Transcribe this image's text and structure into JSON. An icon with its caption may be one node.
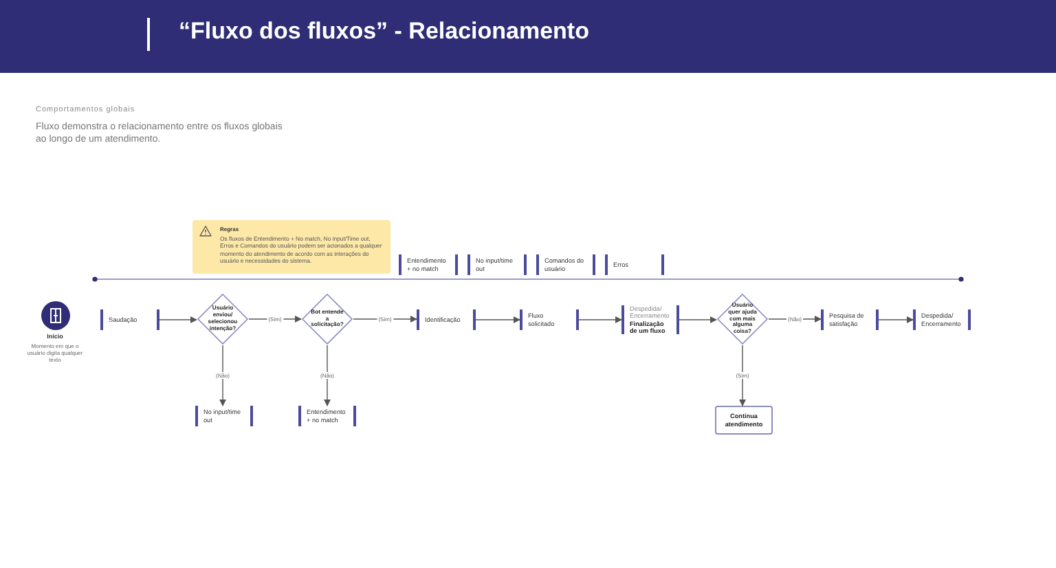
{
  "diagram": {
    "title": "“Fluxo dos fluxos” - Relacionamento",
    "nodes": [
      {
        "text": [
          "Regras",
          "Os fluxos de Entendimento + No match, No input/Time out, Erros e Comandos do usuário podem ser acionados a qualquer momento do atendimento de acordo com as interações do usuário e necessidades do sistema."
        ]
      },
      {
        "text": [
          "Entendimento + no match"
        ]
      },
      {
        "text": [
          "No input/time out"
        ]
      },
      {
        "text": [
          "Comandos do usuário"
        ]
      },
      {
        "text": [
          "Erros"
        ]
      },
      {
        "text": [
          "Início"
        ],
        "beside": [
          "Momento em que o usuário digita qualquer texto"
        ]
      },
      {
        "text": [
          "Saudação"
        ]
      },
      {
        "text": [
          "Usuário enviou/ selecionou intenção?"
        ]
      },
      {
        "text": [
          "Bot entende a solicitação?"
        ]
      },
      {
        "text": [
          "Identificação"
        ]
      },
      {
        "text": [
          "Fluxo solicitado"
        ]
      },
      {
        "text": [
          "Despedida/ Encerramento",
          "Finalização de um fluxo"
        ]
      },
      {
        "text": [
          "Usuário quer ajuda com mais alguma coisa?"
        ]
      },
      {
        "text": [
          "Pesquisa de satisfação"
        ]
      },
      {
        "text": [
          "Despedida/ Encerramento"
        ]
      },
      {
        "text": [
          "No input/time out"
        ]
      },
      {
        "text": [
          "Entendimento + no match"
        ]
      },
      {
        "text": [
          "Continua atendimento"
        ]
      }
    ],
    "edges": [
      {
        "from": 6,
        "to": 7,
        "arrow": "to"
      },
      {
        "from": 7,
        "to": 8,
        "arrow": "to",
        "label": "(Sim)"
      },
      {
        "from": 7,
        "to": 15,
        "arrow": "to",
        "label": "(Não)"
      },
      {
        "from": 8,
        "to": 9,
        "arrow": "to",
        "label": "(Sim)"
      },
      {
        "from": 8,
        "to": 16,
        "arrow": "to",
        "label": "(Não)"
      },
      {
        "from": 9,
        "to": 10,
        "arrow": "to"
      },
      {
        "from": 10,
        "to": 11,
        "arrow": "to"
      },
      {
        "from": 11,
        "to": 12,
        "arrow": "to"
      },
      {
        "from": 12,
        "to": 13,
        "arrow": "to",
        "label": "(Não)"
      },
      {
        "from": 12,
        "to": 17,
        "arrow": "to",
        "label": "(Sim)"
      },
      {
        "from": 13,
        "to": 14,
        "arrow": "to"
      }
    ],
    "labels": [
      "Comportamentos globais",
      "Fluxo demonstra o relacionamento entre os fluxos globais ao longo de um atendimento."
    ]
  }
}
